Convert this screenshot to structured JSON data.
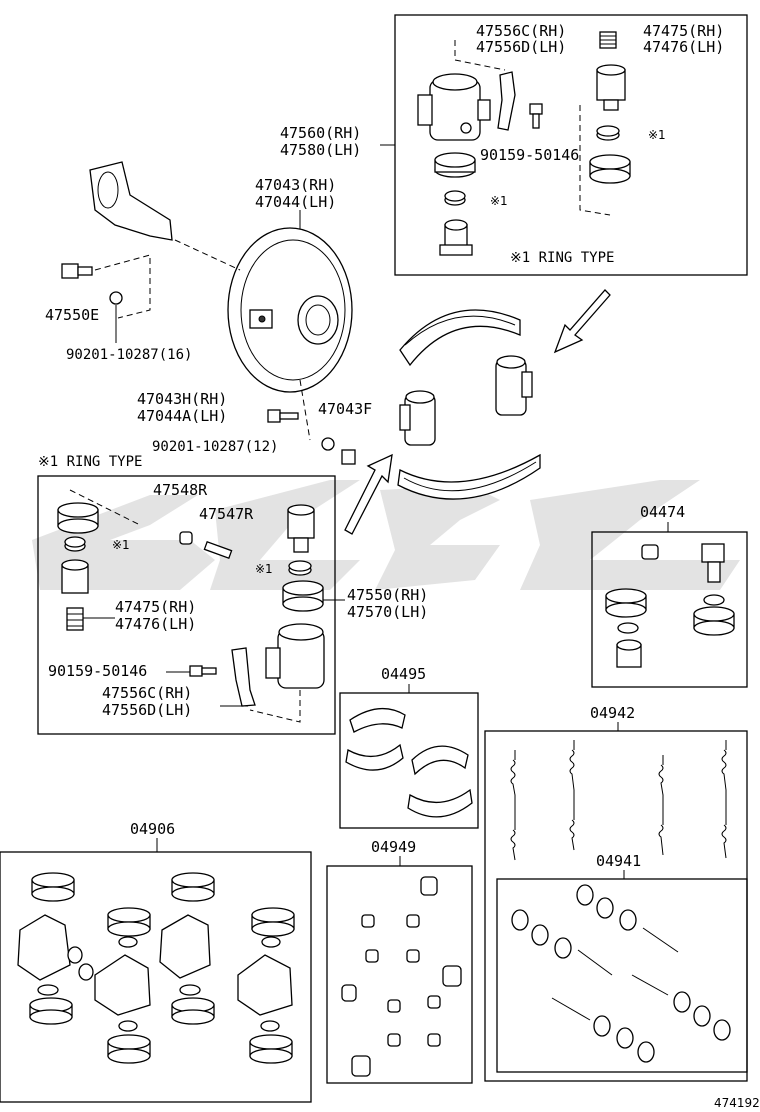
{
  "callouts": {
    "p47556c_top": "47556C(RH)",
    "p47556d_top": "47556D(LH)",
    "p47475_top": "47475(RH)",
    "p47476_top": "47476(LH)",
    "p47560": "47560(RH)",
    "p47580": "47580(LH)",
    "p47043": "47043(RH)",
    "p47044": "47044(LH)",
    "p90159_top": "90159-50146",
    "ring1_top": "※1",
    "ring2_top": "※1",
    "ring_note_top": "※1  RING TYPE",
    "p47550e": "47550E",
    "p90201_16": "90201-10287(16)",
    "p47043h": "47043H(RH)",
    "p47044a": "47044A(LH)",
    "p47043f": "47043F",
    "p90201_12": "90201-10287(12)",
    "ring_note_left": "※1  RING TYPE",
    "p47548r": "47548R",
    "p47547r": "47547R",
    "ring_l1": "※1",
    "ring_l2": "※1",
    "p47550": "47550(RH)",
    "p47570": "47570(LH)",
    "p47475_left": "47475(RH)",
    "p47476_left": "47476(LH)",
    "p90159_left": "90159-50146",
    "p47556c_left": "47556C(RH)",
    "p47556d_left": "47556D(LH)",
    "kit04474": "04474",
    "kit04495": "04495",
    "kit04942": "04942",
    "kit04906": "04906",
    "kit04949": "04949",
    "kit04941": "04941",
    "ref": "474192"
  }
}
